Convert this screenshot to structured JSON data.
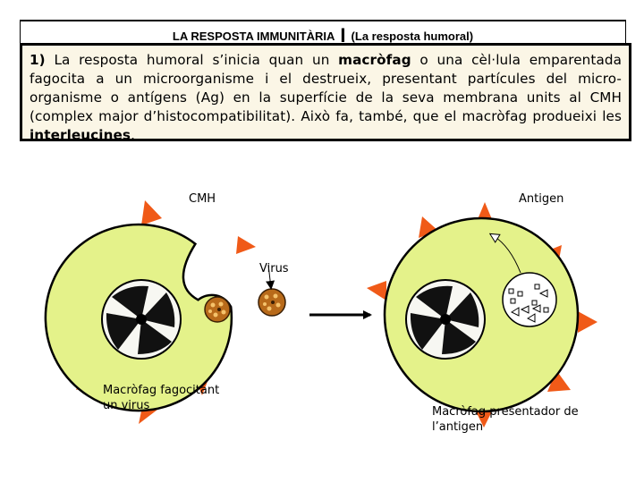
{
  "header": {
    "title": "LA RESPOSTA IMMUNITÀRIA",
    "separator": "I",
    "subtitle": "(La resposta humoral)"
  },
  "intro": {
    "number": "1)",
    "t1": " La resposta humoral s’inicia quan un ",
    "macrofag": "macròfag",
    "t2": " o una cèl·lula emparentada fagocita a un microorganisme i el destrueix, presentant partícules del micro-organisme o antígens (Ag) en la superfície de la seva membrana units al CMH (complex major d’histocompatibilitat). Això fa, també, que el macròfag produeixi les ",
    "interleucines": "interleucines",
    "t3": "."
  },
  "labels": {
    "cmh": "CMH",
    "antigen": "Antigen",
    "virus": "Virus",
    "left_caption_line1": "Macròfag fagocitant",
    "left_caption_line2": "un virus",
    "right_caption_line1": "Macròfag presentador de",
    "right_caption_line2": "l’antigen"
  },
  "colors": {
    "cell_fill": "#e4f28a",
    "nucleus_fill": "#f7f7f2",
    "receptor": "#f05a18",
    "virus_body": "#b86a1a",
    "text_box_bg": "#fbf6e6"
  }
}
